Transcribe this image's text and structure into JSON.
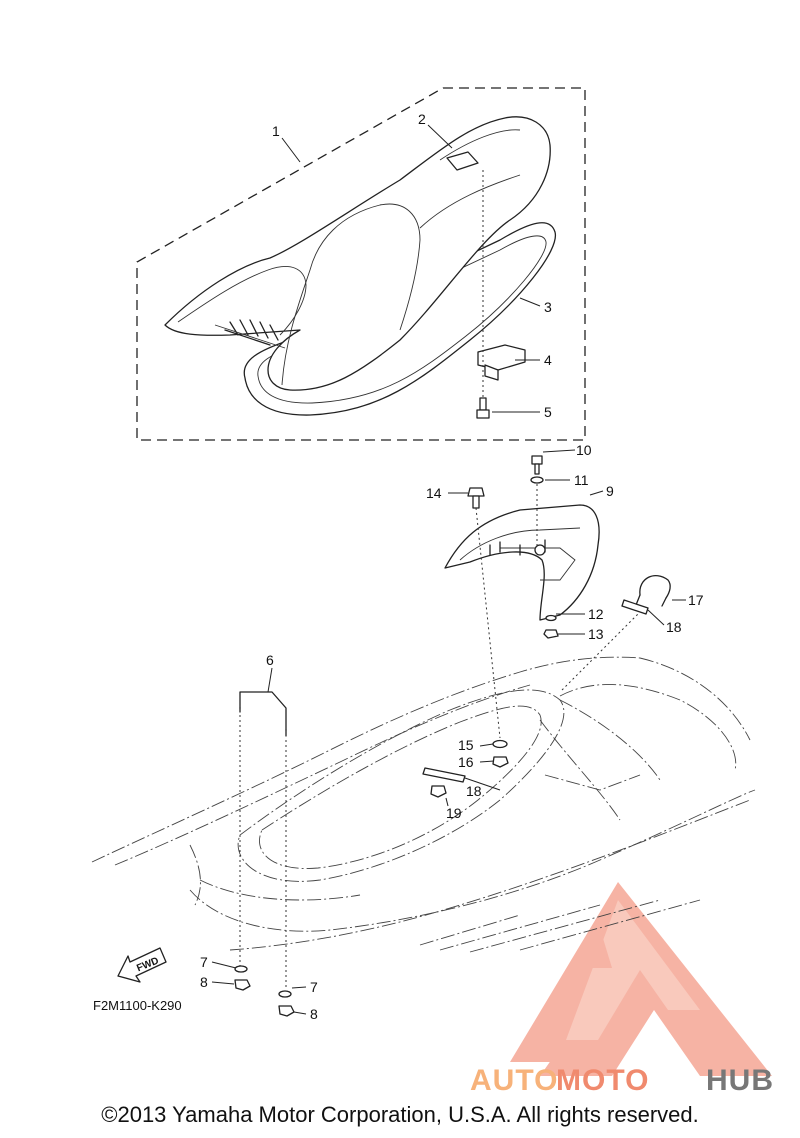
{
  "callouts": [
    {
      "id": "c1",
      "label": "1"
    },
    {
      "id": "c2",
      "label": "2"
    },
    {
      "id": "c3",
      "label": "3"
    },
    {
      "id": "c4",
      "label": "4"
    },
    {
      "id": "c5",
      "label": "5"
    },
    {
      "id": "c6",
      "label": "6"
    },
    {
      "id": "c7a",
      "label": "7"
    },
    {
      "id": "c7b",
      "label": "7"
    },
    {
      "id": "c8a",
      "label": "8"
    },
    {
      "id": "c8b",
      "label": "8"
    },
    {
      "id": "c9",
      "label": "9"
    },
    {
      "id": "c10",
      "label": "10"
    },
    {
      "id": "c11",
      "label": "11"
    },
    {
      "id": "c12",
      "label": "12"
    },
    {
      "id": "c13",
      "label": "13"
    },
    {
      "id": "c14",
      "label": "14"
    },
    {
      "id": "c15",
      "label": "15"
    },
    {
      "id": "c16",
      "label": "16"
    },
    {
      "id": "c17",
      "label": "17"
    },
    {
      "id": "c18a",
      "label": "18"
    },
    {
      "id": "c18b",
      "label": "18"
    },
    {
      "id": "c19",
      "label": "19"
    }
  ],
  "diagram_code": "F2M1100-K290",
  "fwd_label": "FWD",
  "watermark": {
    "part1": "AUTO",
    "part2": "MOTO",
    "part3": "HUB",
    "color_primary": "#f08a6e",
    "color_secondary": "#f7b27a",
    "color_hub": "#777777"
  },
  "copyright": "©2013 Yamaha Motor Corporation, U.S.A. All rights reserved."
}
